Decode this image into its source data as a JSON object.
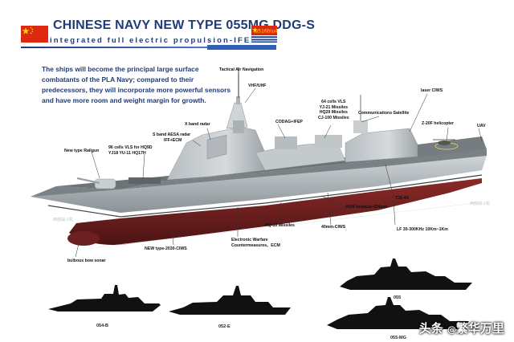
{
  "header": {
    "title": "CHINESE NAVY NEW TYPE 055MG DDG-S",
    "subtitle": "integrated full electric propulsion-IFEP"
  },
  "intro": {
    "text": "The ships will become the principal large surface combatants of the PLA Navy; compared to their predecessors, they will incorporate more powerful sensors and have more room and weight margin for growth."
  },
  "labels": {
    "tactical_air_nav": "Tactical Air Navigation",
    "vhf_uhf": "VHF/UHF",
    "laser_ciws": "laser CIWS",
    "vls_64": "64 cells VLS",
    "yj21": "YJ-21 Missiles",
    "hq29": "HQ29 Missiles",
    "cj100": "CJ-100 Missiles",
    "comm_sat": "Communications Satellite",
    "codag_ifep": "CODAG+IFEP",
    "x_band": "X band radar",
    "s_band": "S band AESA radar",
    "iff_ecm": "IFF+ECM",
    "z20f": "Z-20F helicopter",
    "uav": "UAV",
    "vls_96": "96 cells VLS for HQ9D",
    "yj18": "YJ18 YU-11 HQ17H",
    "railgun": "New type Railgun",
    "t264a": "T26-4A",
    "asw_torpedo": "ASW torpedo-324mm",
    "hq10": "HQ-10 Missiles",
    "ciws_40": "40mm-CIWS",
    "lf_sonar": "LF 30-300KHz 10Km~1Km",
    "ew_1": "Electronic Warfare",
    "ew_2": "Countermeasures、ECM",
    "new_ciws": "NEW type-2030-CIWS",
    "bow_sonar": "bulbous bow sonar"
  },
  "silhouettes": {
    "s054b": "054-B",
    "s052e": "052-E",
    "s055": "055",
    "s055mg": "055-MG"
  },
  "watermark": "西部战斗机",
  "credit": {
    "prefix": "头条",
    "at": "@",
    "name": "繁华万里"
  },
  "colors": {
    "title_blue": "#1f3c78",
    "red_hull": "#6e1f1f",
    "hull_grey": "#a9b0b5",
    "superstructure": "#c2c8cc",
    "deck": "#6d7478",
    "flag_red": "#de2910",
    "flag_yellow": "#ffde00",
    "naval_blue": "#1c3f94",
    "silhouette": "#111111"
  }
}
